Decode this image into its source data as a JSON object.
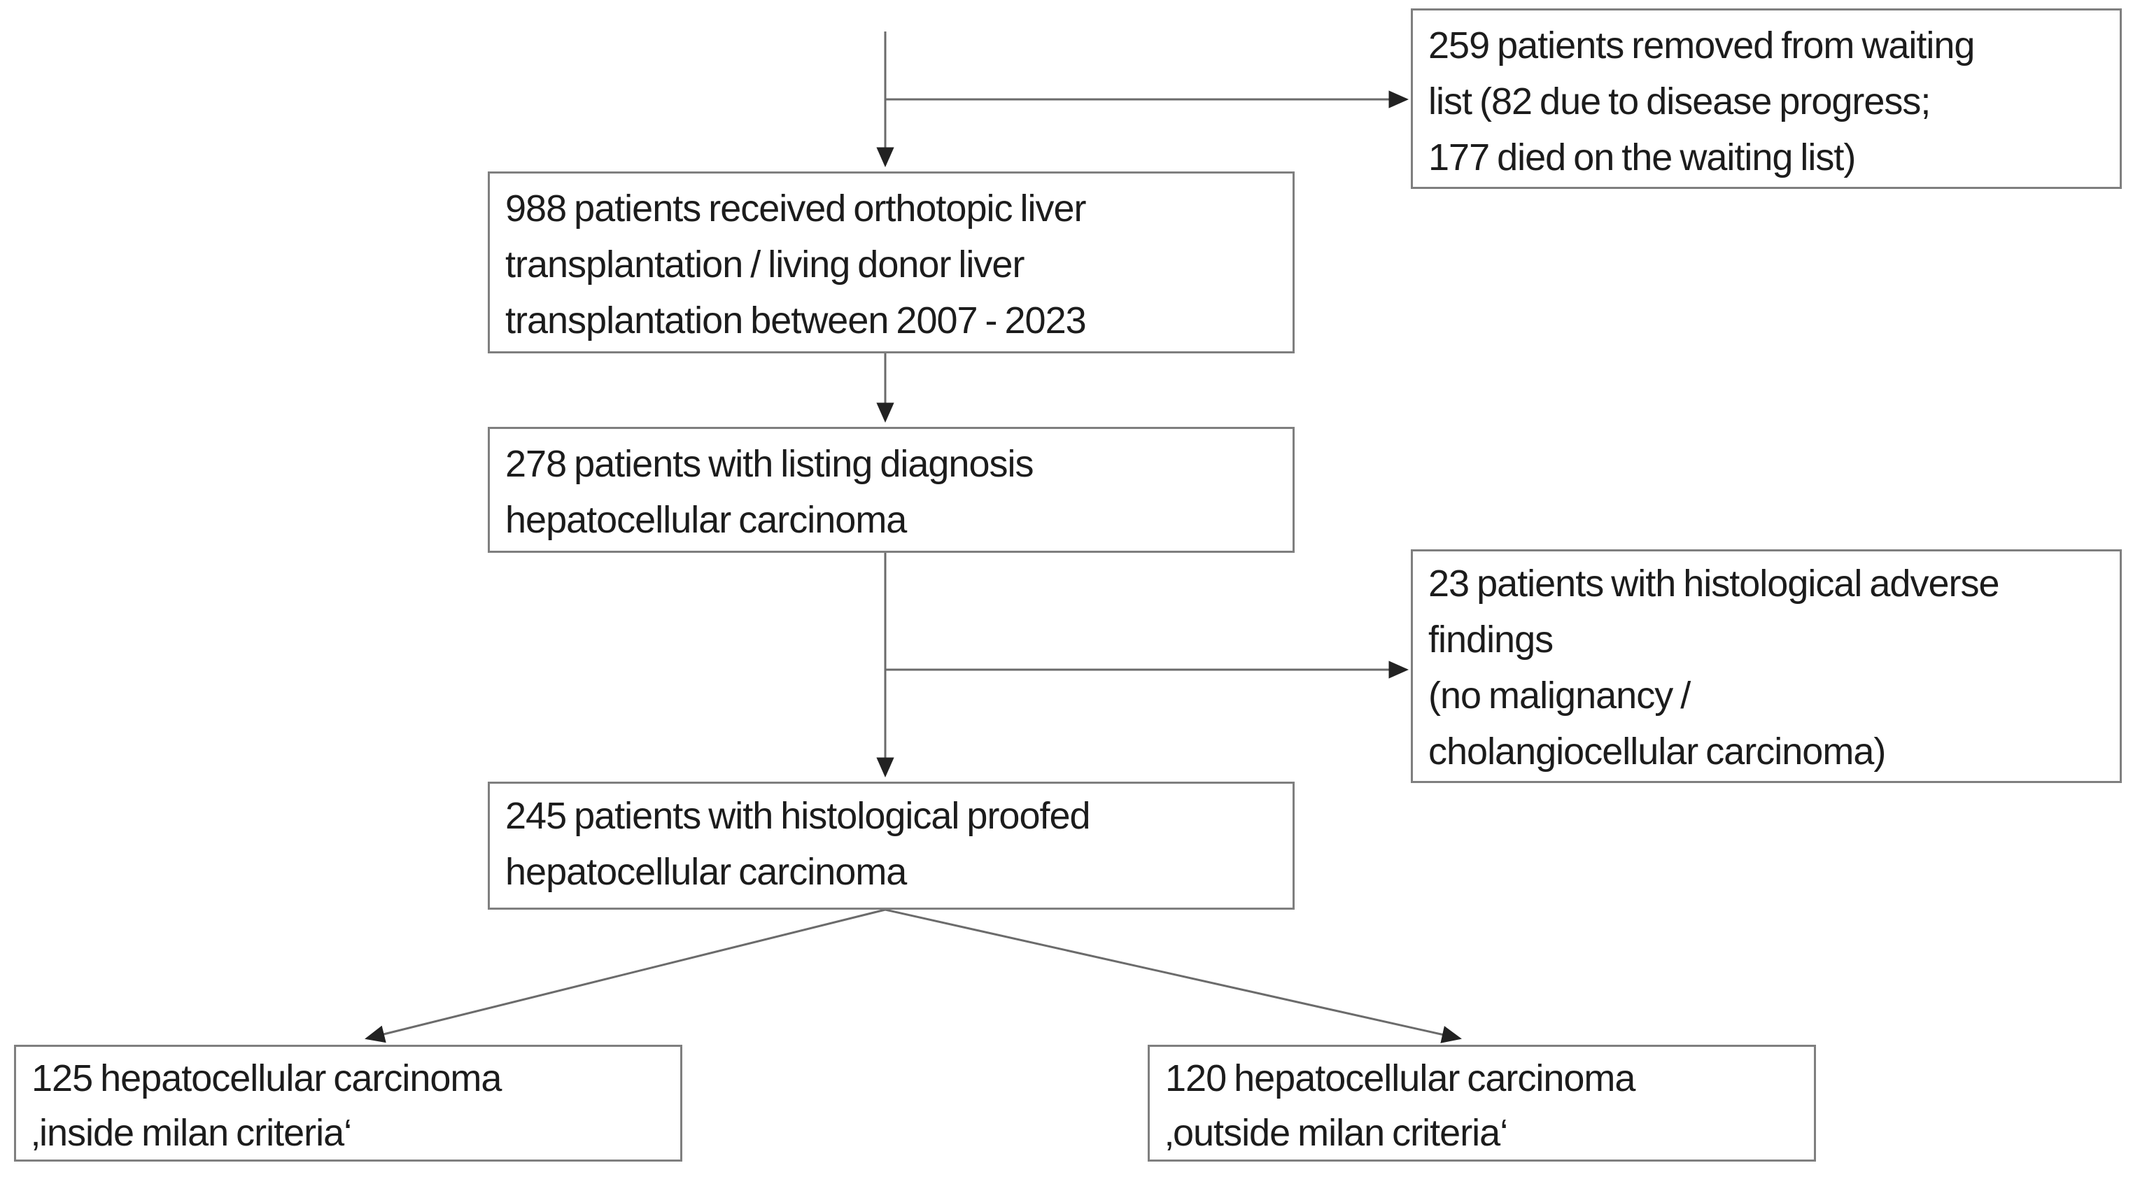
{
  "colors": {
    "background": "#ffffff",
    "box_border": "#7f7f7f",
    "connector_line": "#6b6b6b",
    "arrowhead": "#222222",
    "text": "#1c1c1c"
  },
  "nodes": {
    "removed": {
      "id": "removed-from-waiting-list",
      "count": 259,
      "text": "259 patients removed from waiting\nlist (82 due to disease progress;\n177 died on the waiting list)"
    },
    "transplanted": {
      "id": "received-transplantation",
      "count": 988,
      "text": "988 patients received orthotopic liver\ntransplantation / living donor liver\ntransplantation between 2007 - 2023"
    },
    "listing_diagnosis": {
      "id": "listing-diagnosis-hcc",
      "count": 278,
      "text": "278 patients with listing diagnosis\nhepatocellular carcinoma"
    },
    "adverse": {
      "id": "histological-adverse-findings",
      "count": 23,
      "text": "23 patients with histological adverse\nfindings\n(no malignancy /\ncholangiocellular carcinoma)"
    },
    "proofed": {
      "id": "histological-proofed-hcc",
      "count": 245,
      "text": "245 patients with histological proofed\nhepatocellular carcinoma"
    },
    "inside_milan": {
      "id": "inside-milan-criteria",
      "count": 125,
      "text": "125 hepatocellular carcinoma\n‚inside milan criteria‘"
    },
    "outside_milan": {
      "id": "outside-milan-criteria",
      "count": 120,
      "text": "120 hepatocellular carcinoma\n‚outside milan criteria‘"
    }
  },
  "edges": [
    {
      "from": "waiting-list-inflow",
      "to": "received-transplantation",
      "style": "arrow-down"
    },
    {
      "from": "waiting-list-inflow",
      "to": "removed-from-waiting-list",
      "style": "arrow-right"
    },
    {
      "from": "received-transplantation",
      "to": "listing-diagnosis-hcc",
      "style": "arrow-down"
    },
    {
      "from": "listing-diagnosis-hcc",
      "to": "histological-adverse-findings",
      "style": "arrow-right"
    },
    {
      "from": "listing-diagnosis-hcc",
      "to": "histological-proofed-hcc",
      "style": "arrow-down"
    },
    {
      "from": "histological-proofed-hcc",
      "to": "inside-milan-criteria",
      "style": "arrow-diagonal-left"
    },
    {
      "from": "histological-proofed-hcc",
      "to": "outside-milan-criteria",
      "style": "arrow-diagonal-right"
    }
  ]
}
